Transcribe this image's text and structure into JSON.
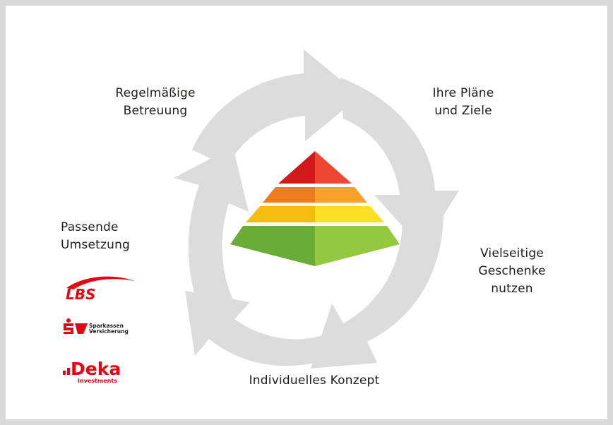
{
  "cycle": {
    "step_1": [
      "Ihre Pläne",
      "und Ziele"
    ],
    "step_2": [
      "Vielseitige",
      "Geschenke",
      "nutzen"
    ],
    "step_3": "Individuelles Konzept",
    "step_4": [
      "Passende",
      "Umsetzung"
    ],
    "step_5": [
      "Regelmäßige",
      "Betreuung"
    ]
  },
  "partners": {
    "lbs": "LBS",
    "sv_line1": "Sparkassen",
    "sv_line2": "Versicherung",
    "deka": "Deka",
    "deka_sub": "Investments"
  },
  "colors": {
    "arrow": "#dcdcdc",
    "pyramid_red": "#e3342c",
    "pyramid_orange": "#f08a24",
    "pyramid_yellow": "#f7cd12",
    "pyramid_green": "#82bc3e",
    "brand_red": "#e30613"
  }
}
